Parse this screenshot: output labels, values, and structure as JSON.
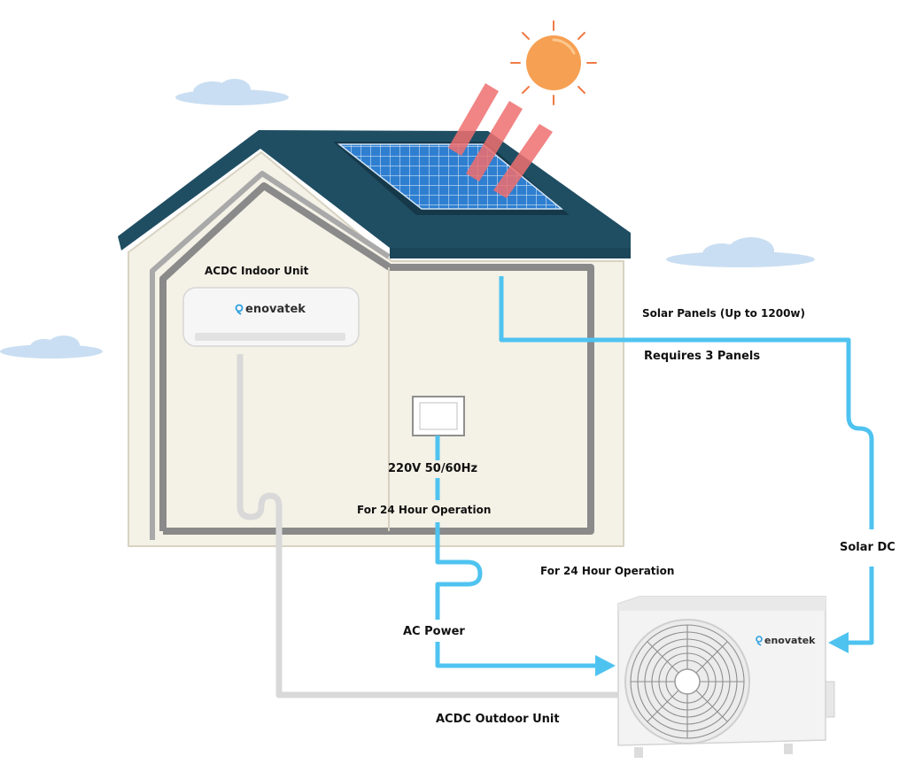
{
  "labels": {
    "indoor_unit": "ACDC Indoor Unit",
    "solar_panels": "Solar Panels (Up to 1200w)",
    "requires_panels": "Requires 3 Panels",
    "voltage": "220V 50/60Hz",
    "operation_inside": "For 24 Hour Operation",
    "operation_outside": "For 24 Hour Operation",
    "solar_dc": "Solar DC",
    "ac_power": "AC Power",
    "outdoor_unit": "ACDC Outdoor Unit"
  },
  "brand": {
    "indoor_logo_text": "enovatek",
    "outdoor_logo_text": "enovatek"
  },
  "colors": {
    "cable": "#4fc3f0",
    "pipe": "#d9d9d9",
    "roof": "#1f4e63",
    "sun": "#f6a053",
    "sun_rays": "#ef6f6f",
    "cloud": "#c9def2",
    "panel": "#2f7fd1",
    "wall": "#f4f1e6"
  }
}
